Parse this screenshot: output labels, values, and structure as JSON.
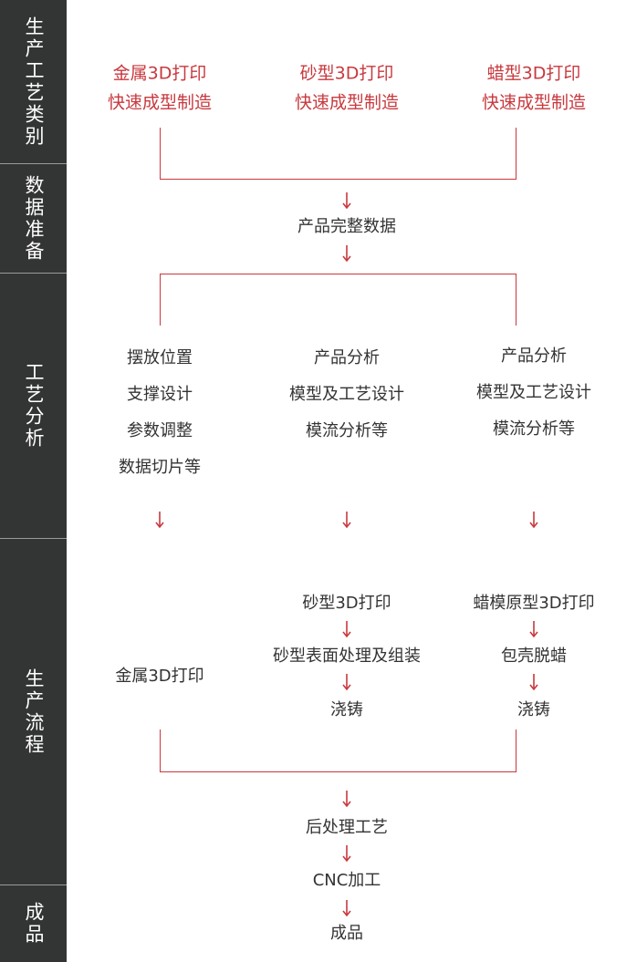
{
  "sidebar": [
    "生产工艺类别",
    "数据准备",
    "工艺分析",
    "生产流程",
    "成品"
  ],
  "categories": [
    [
      "金属3D打印",
      "快速成型制造"
    ],
    [
      "砂型3D打印",
      "快速成型制造"
    ],
    [
      "蜡型3D打印",
      "快速成型制造"
    ]
  ],
  "data_prep": "产品完整数据",
  "analysis": [
    [
      "摆放位置",
      "支撑设计",
      "参数调整",
      "数据切片等"
    ],
    [
      "产品分析",
      "模型及工艺设计",
      "模流分析等"
    ],
    [
      "产品分析",
      "模型及工艺设计",
      "模流分析等"
    ]
  ],
  "production": [
    [
      "金属3D打印"
    ],
    [
      "砂型3D打印",
      "砂型表面处理及组装",
      "浇铸"
    ],
    [
      "蜡模原型3D打印",
      "包壳脱蜡",
      "浇铸"
    ]
  ],
  "final": [
    "后处理工艺",
    "CNC加工",
    "成品"
  ],
  "colors": {
    "accent": "#c8393e",
    "sidebar": "#333534"
  }
}
